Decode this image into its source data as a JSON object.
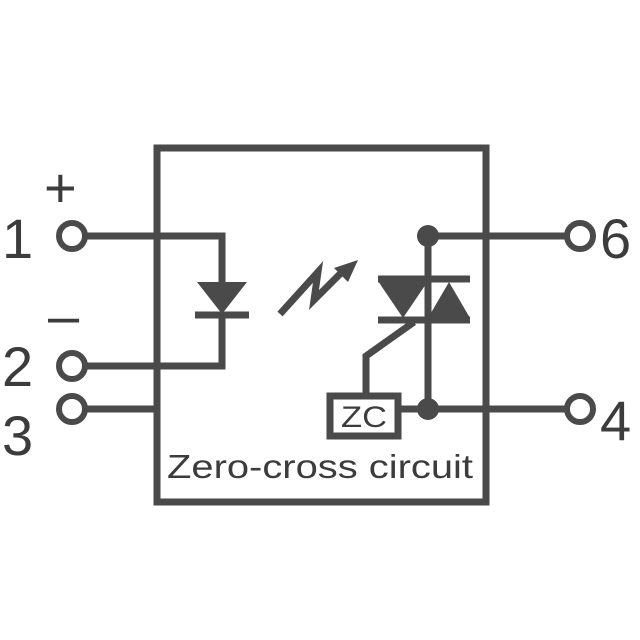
{
  "pins": {
    "pin1": "1",
    "pin2": "2",
    "pin3": "3",
    "pin4": "4",
    "pin6": "6"
  },
  "polarity": {
    "plus": "+",
    "minus": "–"
  },
  "zc_block_label": "ZC",
  "caption": "Zero-cross circuit",
  "colors": {
    "line": "#4a4a4a",
    "text": "#3c3c3c",
    "background": "#ffffff"
  }
}
